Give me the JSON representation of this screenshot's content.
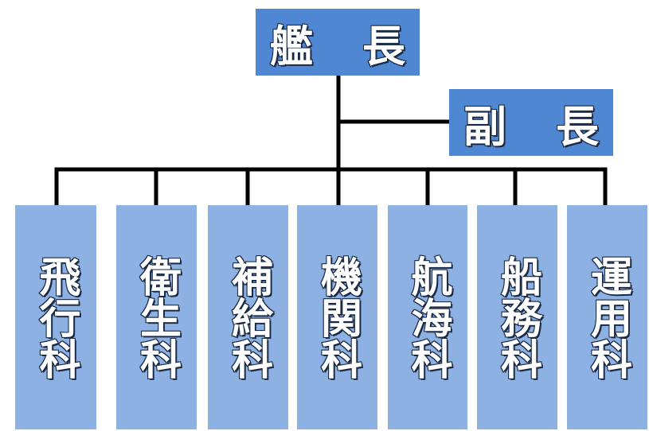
{
  "captain": {
    "char1": "艦",
    "char2": "長"
  },
  "vice_captain": {
    "char1": "副",
    "char2": "長"
  },
  "departments": [
    {
      "label": "飛行科"
    },
    {
      "label": "衛生科"
    },
    {
      "label": "補給科"
    },
    {
      "label": "機関科"
    },
    {
      "label": "航海科"
    },
    {
      "label": "船務科"
    },
    {
      "label": "運用科"
    }
  ],
  "colors": {
    "head_box": "#4f87d2",
    "department_box": "#8db1e2",
    "connector_line": "#000000",
    "text_fill": "#ffffff",
    "text_outline": "#1a2a44"
  }
}
